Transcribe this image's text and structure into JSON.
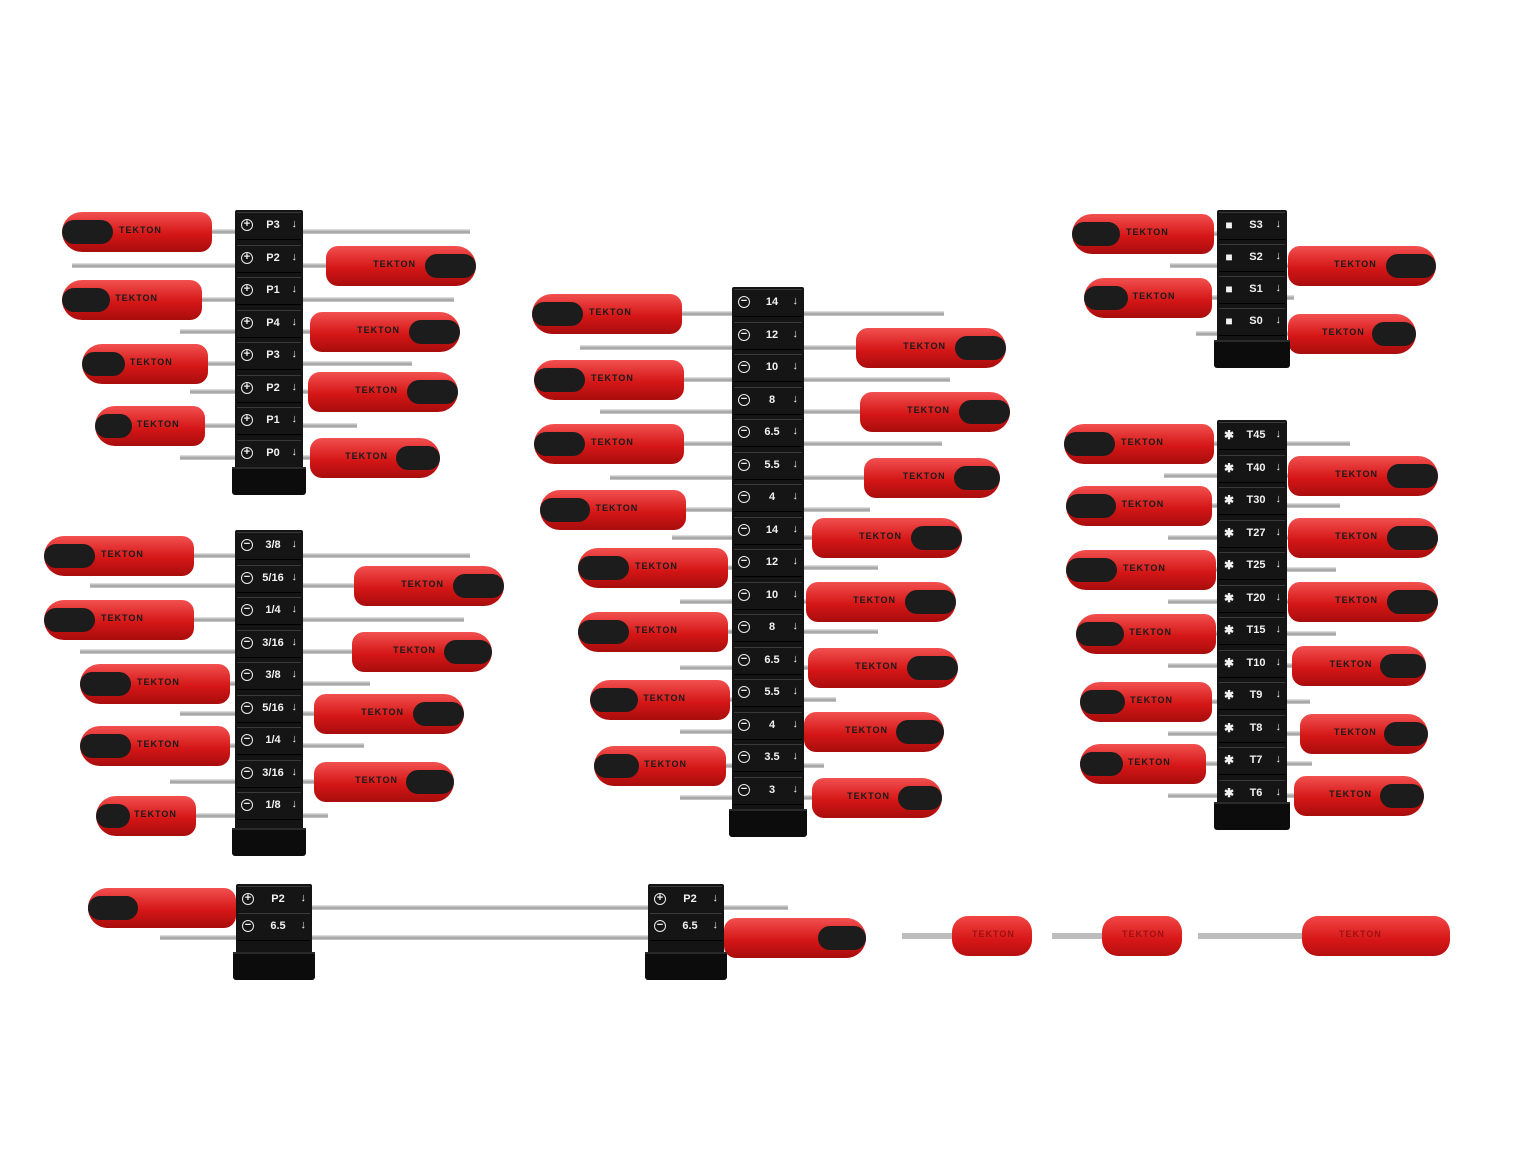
{
  "brand_text": "TEKTON",
  "colors": {
    "handle_red": "#d51616",
    "grip_black": "#1c1c1c",
    "rack_black": "#141414"
  },
  "icons": {
    "phillips": "plus-circle-icon",
    "slotted": "minus-circle-icon",
    "square": "square-icon",
    "torx": "star-icon",
    "arrow": "down-arrow-icon"
  },
  "racks": [
    {
      "name": "phillips",
      "labels": [
        "P3",
        "P2",
        "P1",
        "P4",
        "P3",
        "P2",
        "P1",
        "P0"
      ]
    },
    {
      "name": "slotted-fraction",
      "labels": [
        "3/8",
        "5/16",
        "1/4",
        "3/16",
        "3/8",
        "5/16",
        "1/4",
        "3/16",
        "1/8"
      ]
    },
    {
      "name": "slotted-metric",
      "labels": [
        "14",
        "12",
        "10",
        "8",
        "6.5",
        "5.5",
        "4",
        "14",
        "12",
        "10",
        "8",
        "6.5",
        "5.5",
        "4",
        "3.5",
        "3"
      ]
    },
    {
      "name": "square",
      "labels": [
        "S3",
        "S2",
        "S1",
        "S0"
      ]
    },
    {
      "name": "torx",
      "labels": [
        "T45",
        "T40",
        "T30",
        "T27",
        "T25",
        "T20",
        "T15",
        "T10",
        "T9",
        "T8",
        "T7",
        "T6"
      ]
    },
    {
      "name": "long-left",
      "labels": [
        "P2",
        "6.5"
      ]
    },
    {
      "name": "long-right",
      "labels": [
        "P2",
        "6.5"
      ]
    }
  ]
}
